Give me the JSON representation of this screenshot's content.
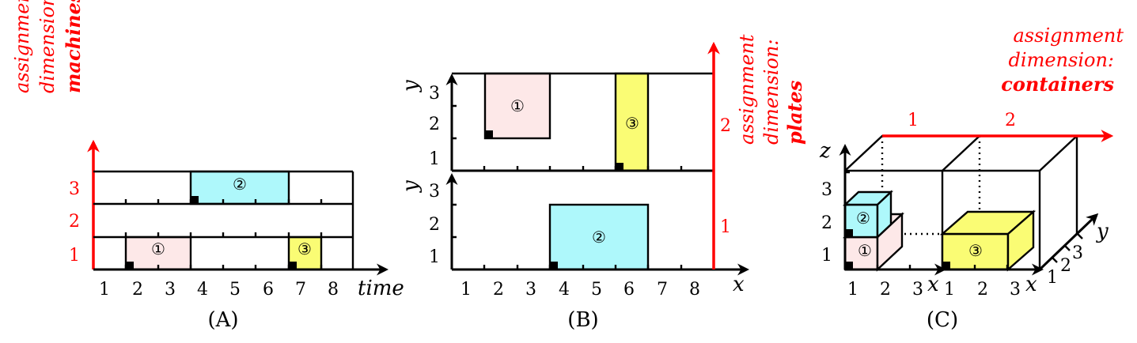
{
  "panel_a": {
    "caption": "(A)",
    "x_axis_title": "time",
    "x_ticks": [
      "1",
      "2",
      "3",
      "4",
      "5",
      "6",
      "7",
      "8"
    ],
    "row_labels": [
      "1",
      "2",
      "3"
    ],
    "dimension_text": [
      "assignment",
      "dimension:"
    ],
    "dimension_bold": "machines",
    "jobs": {
      "job1": "①",
      "job2": "②",
      "job3": "③"
    }
  },
  "panel_b": {
    "caption": "(B)",
    "x_axis_title": "x",
    "y_axis_title": "y",
    "x_ticks": [
      "1",
      "2",
      "3",
      "4",
      "5",
      "6",
      "7",
      "8"
    ],
    "y_ticks": [
      "1",
      "2",
      "3"
    ],
    "plate_labels": [
      "1",
      "2"
    ],
    "dimension_text": [
      "assignment",
      "dimension:"
    ],
    "dimension_bold": "plates",
    "jobs": {
      "job1": "①",
      "job2": "②",
      "job3": "③"
    }
  },
  "panel_c": {
    "caption": "(C)",
    "x_axis_title": "x",
    "y_axis_title": "y",
    "z_axis_title": "z",
    "x_ticks": [
      "1",
      "2",
      "3"
    ],
    "y_ticks": [
      "1",
      "2",
      "3"
    ],
    "z_ticks": [
      "1",
      "2",
      "3"
    ],
    "container_labels": [
      "1",
      "2"
    ],
    "dimension_text": [
      "assignment",
      "dimension:"
    ],
    "dimension_bold": "containers",
    "jobs": {
      "job1": "①",
      "job2": "②",
      "job3": "③"
    }
  },
  "colors": {
    "job1_fill": "#fde8e8",
    "job2_fill": "#aef8fb",
    "job3_fill": "#fafc74",
    "assignment_red": "#ff0000"
  }
}
